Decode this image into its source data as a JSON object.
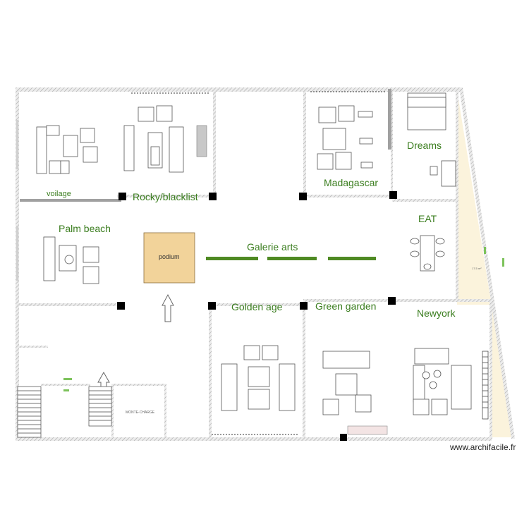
{
  "rooms": {
    "rocky": "Rocky/blacklist",
    "voilage": "voilage",
    "palm_beach": "Palm beach",
    "podium": "podium",
    "galerie": "Galerie arts",
    "madagascar": "Madagascar",
    "dreams": "Dreams",
    "eat": "EAT",
    "golden_age": "Golden age",
    "green_garden": "Green garden",
    "newyork": "Newyork",
    "monte_charge": "MONTE-CHARGE",
    "side_tag": "17.5 m²"
  },
  "watermark": "www.archifacile.fr",
  "colors": {
    "room_label": "#3a7d1e",
    "wall_hatch": "#bdbdbd",
    "podium_fill": "#f2d39a",
    "corridor_fill": "#fbf3dc",
    "galerie_bar": "#4f8a23",
    "pillar": "#000000",
    "furniture": "#555555"
  },
  "icons": [
    "up-arrow-icon",
    "staircase-icon"
  ]
}
